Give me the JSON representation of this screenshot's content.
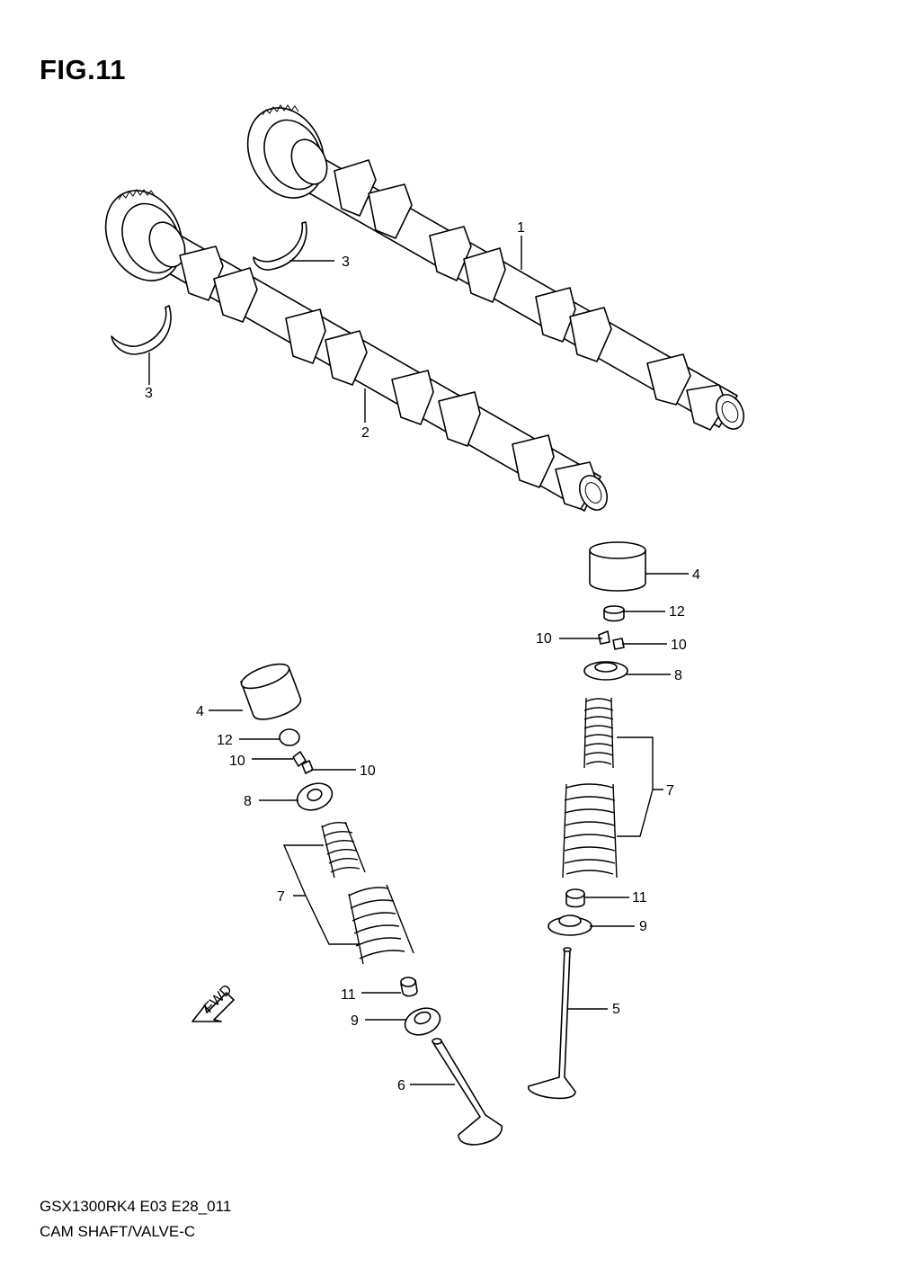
{
  "figure": {
    "title": "FIG.11",
    "model_code": "GSX1300RK4 E03 E28_011",
    "caption": "CAM SHAFT/VALVE-C",
    "fwd_label": "FWD"
  },
  "callouts": {
    "c1": "1",
    "c2": "2",
    "c3a": "3",
    "c3b": "3",
    "c4r": "4",
    "c12r": "12",
    "c10ra": "10",
    "c10rb": "10",
    "c8r": "8",
    "c7r": "7",
    "c11r": "11",
    "c9r": "9",
    "c5": "5",
    "c4l": "4",
    "c12l": "12",
    "c10la": "10",
    "c10lb": "10",
    "c8l": "8",
    "c7l": "7",
    "c11l": "11",
    "c9l": "9",
    "c6": "6"
  }
}
